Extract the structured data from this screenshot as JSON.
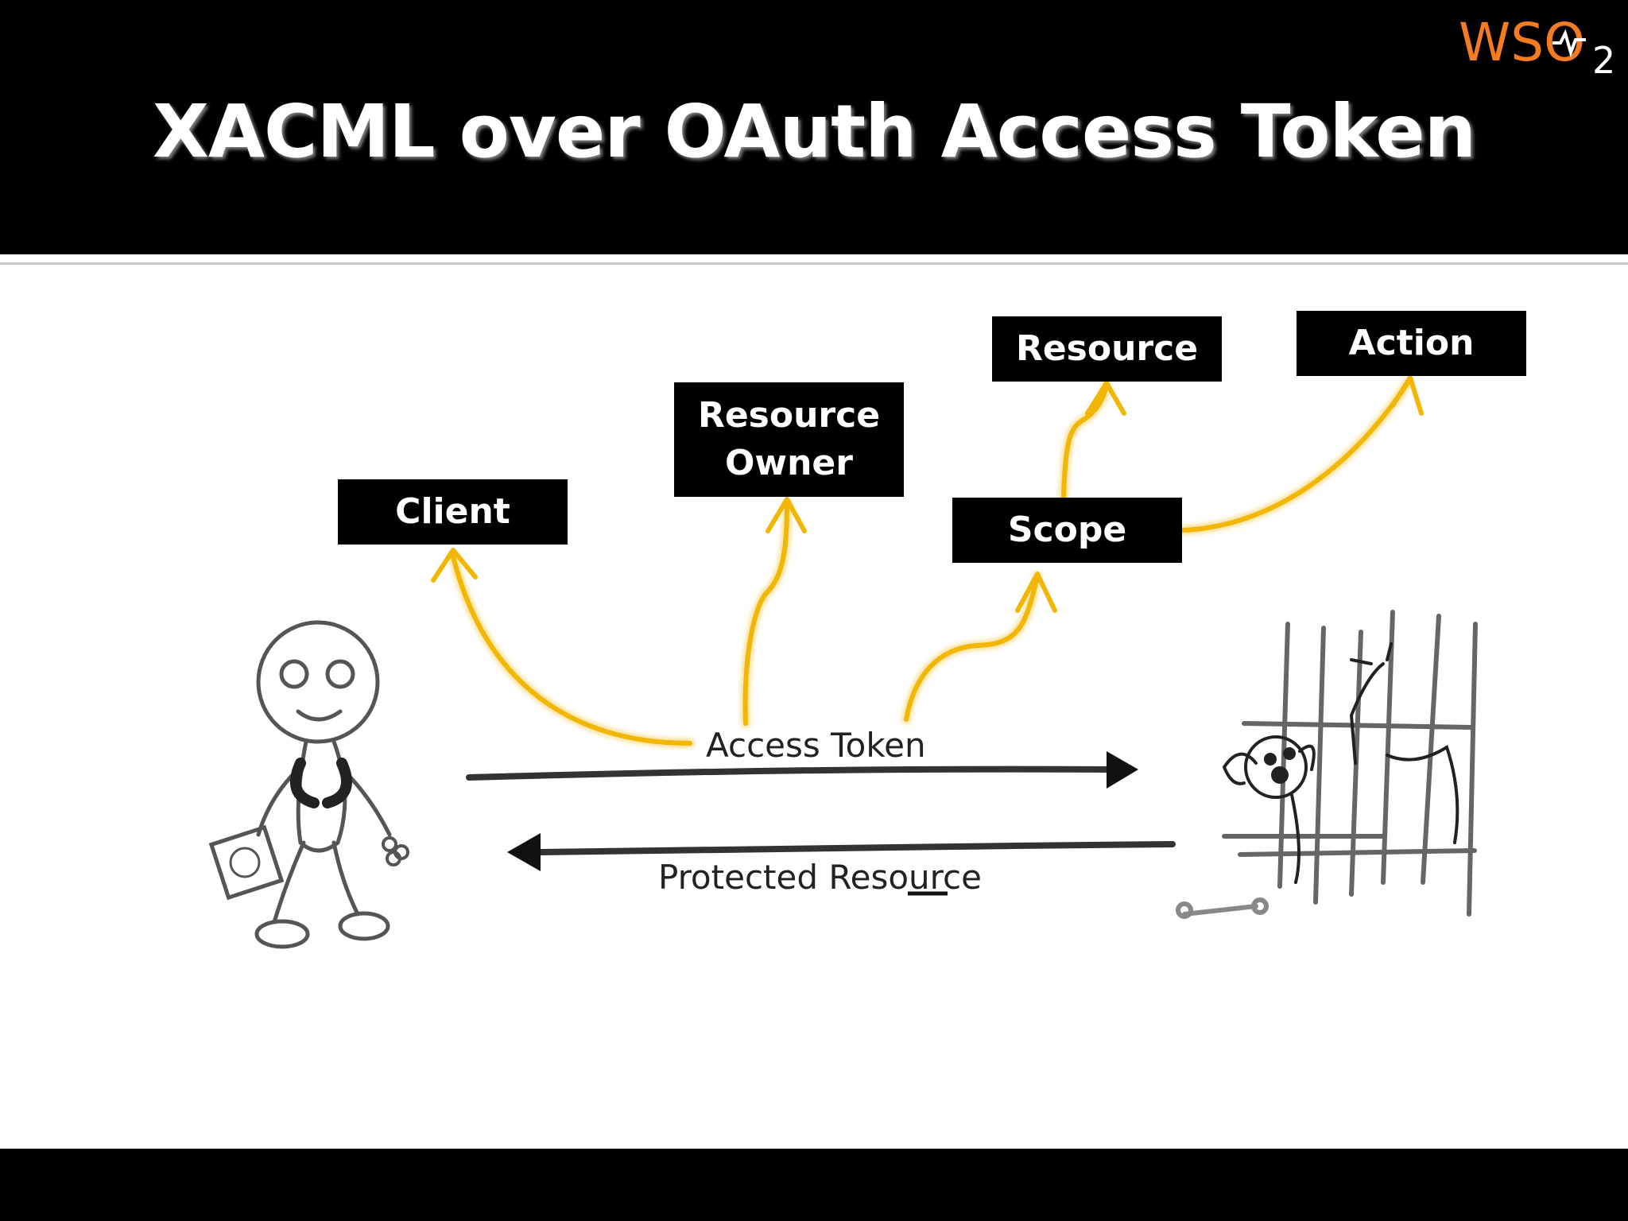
{
  "slide": {
    "title": "XACML over OAuth Access Token",
    "logo_text": "WSO",
    "logo_subscript": "2"
  },
  "boxes": {
    "client": "Client",
    "resource_owner_line1": "Resource",
    "resource_owner_line2": "Owner",
    "resource": "Resource",
    "action": "Action",
    "scope": "Scope"
  },
  "flows": {
    "access_token": "Access Token",
    "protected_resource": "Protected Resource"
  },
  "colors": {
    "header": "#000000",
    "arrow_yellow": "#f2b705",
    "logo_orange": "#f47b20"
  }
}
